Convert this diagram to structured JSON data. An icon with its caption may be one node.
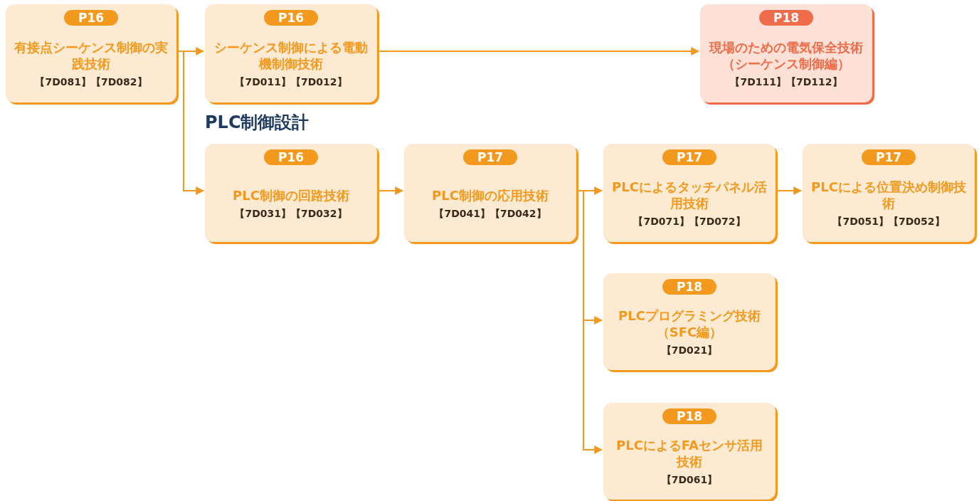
{
  "diagram": {
    "nodes": [
      {
        "text": [
          "P16",
          "有接点シーケンス制御の実践技術",
          "【7D081】【7D082】"
        ]
      },
      {
        "text": [
          "P16",
          "シーケンス制御による電動機制御技術",
          "【7D011】【7D012】"
        ]
      },
      {
        "text": [
          "P18",
          "現場のための電気保全技術（シーケンス制御編）",
          "【7D111】【7D112】"
        ]
      },
      {
        "text": [
          "P16",
          "PLC制御の回路技術",
          "【7D031】【7D032】"
        ]
      },
      {
        "text": [
          "P17",
          "PLC制御の応用技術",
          "【7D041】【7D042】"
        ]
      },
      {
        "text": [
          "P17",
          "PLCによるタッチパネル活用技術",
          "【7D071】【7D072】"
        ]
      },
      {
        "text": [
          "P17",
          "PLCによる位置決め制御技術",
          "【7D051】【7D052】"
        ]
      },
      {
        "text": [
          "P18",
          "PLCプログラミング技術（SFC編）",
          "【7D021】"
        ]
      },
      {
        "text": [
          "P18",
          "PLCによるFAセンサ活用技術",
          "【7D061】"
        ]
      }
    ],
    "edges": [
      {
        "from": 0,
        "to": 1,
        "arrow": "to"
      },
      {
        "from": 0,
        "to": 3,
        "arrow": "to"
      },
      {
        "from": 1,
        "to": 2,
        "arrow": "to"
      },
      {
        "from": 3,
        "to": 4,
        "arrow": "to"
      },
      {
        "from": 4,
        "to": 5,
        "arrow": "to"
      },
      {
        "from": 4,
        "to": 7,
        "arrow": "to"
      },
      {
        "from": 4,
        "to": 8,
        "arrow": "to"
      },
      {
        "from": 5,
        "to": 6,
        "arrow": "to"
      }
    ],
    "labels": [
      "PLC制御設計"
    ]
  }
}
